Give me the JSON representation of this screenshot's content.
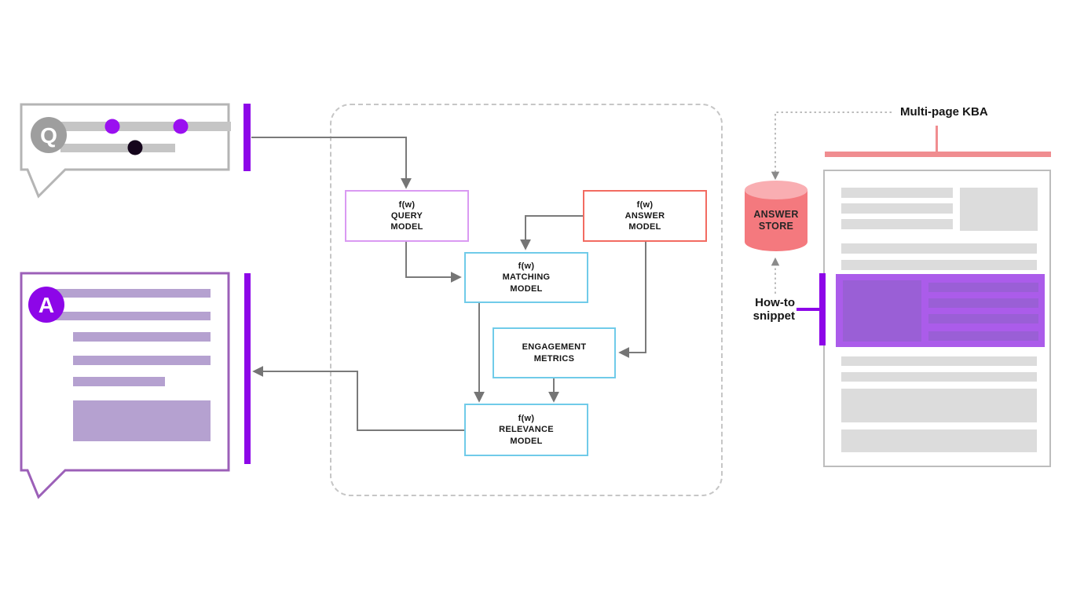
{
  "palette": {
    "accent_purple": "#8d06e8",
    "muted_purple_border": "#9c60b8",
    "lavender_bar": "#b5a1d0",
    "query_border": "#da9af2",
    "answer_border": "#f26b61",
    "cyan_border": "#70cbe9",
    "salmon_cylinder": "#f4797e",
    "salmon_cylinder_top": "#f9aeb2",
    "salmon_doc_bar": "#f08d90",
    "snippet_bg": "#ab5cea",
    "snippet_inner": "#9a5fd6",
    "gray_line": "#757575",
    "gray_placeholder": "#dcdcdc"
  },
  "question_bubble": {
    "badge": "Q"
  },
  "answer_bubble": {
    "badge": "A"
  },
  "pipeline": {
    "query_model": {
      "fw": "f(w)",
      "name": "QUERY\nMODEL"
    },
    "answer_model": {
      "fw": "f(w)",
      "name": "ANSWER\nMODEL"
    },
    "matching_model": {
      "fw": "f(w)",
      "name": "MATCHING\nMODEL"
    },
    "engagement_metrics": {
      "name": "ENGAGEMENT\nMETRICS"
    },
    "relevance_model": {
      "fw": "f(w)",
      "name": "RELEVANCE\nMODEL"
    }
  },
  "answer_store": {
    "label": "ANSWER\nSTORE"
  },
  "kba": {
    "multipage_label": "Multi-page KBA",
    "howto_label": "How-to\nsnippet"
  }
}
